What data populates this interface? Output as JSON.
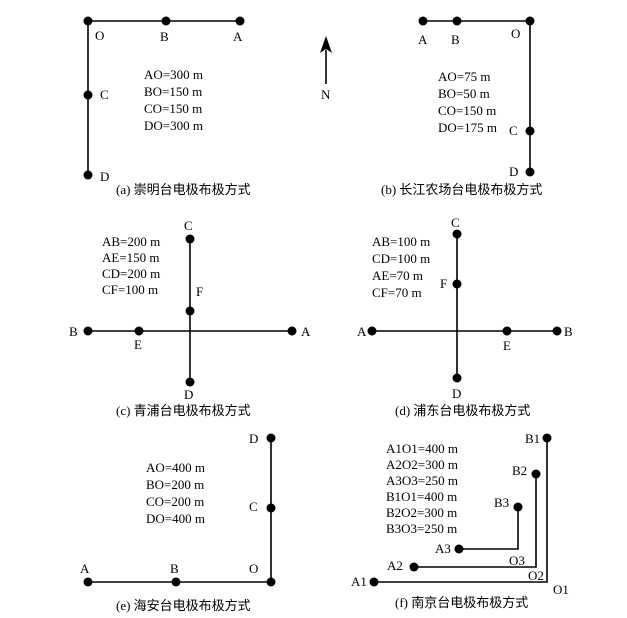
{
  "north_label": "N",
  "panels": {
    "a": {
      "caption": "(a) 崇明台电极布极方式",
      "labels": {
        "O": "O",
        "B": "B",
        "A": "A",
        "C": "C",
        "D": "D"
      },
      "distances": [
        "AO=300 m",
        "BO=150 m",
        "CO=150 m",
        "DO=300 m"
      ]
    },
    "b": {
      "caption": "(b) 长江农场台电极布极方式",
      "labels": {
        "A": "A",
        "B": "B",
        "O": "O",
        "C": "C",
        "D": "D"
      },
      "distances": [
        "AO=75 m",
        "BO=50 m",
        "CO=150 m",
        "DO=175 m"
      ]
    },
    "c": {
      "caption": "(c) 青浦台电极布极方式",
      "labels": {
        "C": "C",
        "F": "F",
        "B": "B",
        "E": "E",
        "A": "A",
        "D": "D"
      },
      "distances": [
        "AB=200 m",
        "AE=150 m",
        "CD=200 m",
        "CF=100 m"
      ]
    },
    "d": {
      "caption": "(d) 浦东台电极布极方式",
      "labels": {
        "C": "C",
        "F": "F",
        "A": "A",
        "E": "E",
        "B": "B",
        "D": "D"
      },
      "distances": [
        "AB=100 m",
        "CD=100 m",
        "AE=70 m",
        "CF=70 m"
      ]
    },
    "e": {
      "caption": "(e) 海安台电极布极方式",
      "labels": {
        "D": "D",
        "C": "C",
        "A": "A",
        "B": "B",
        "O": "O"
      },
      "distances": [
        "AO=400 m",
        "BO=200 m",
        "CO=200 m",
        "DO=400 m"
      ]
    },
    "f": {
      "caption": "(f) 南京台电极布极方式",
      "labels": {
        "B1": "B1",
        "B2": "B2",
        "B3": "B3",
        "A3": "A3",
        "O3": "O3",
        "A2": "A2",
        "O2": "O2",
        "A1": "A1",
        "O1": "O1"
      },
      "distances": [
        "A1O1=400 m",
        "A2O2=300 m",
        "A3O3=250 m",
        "B1O1=400 m",
        "B2O2=300 m",
        "B3O3=250 m"
      ]
    }
  }
}
